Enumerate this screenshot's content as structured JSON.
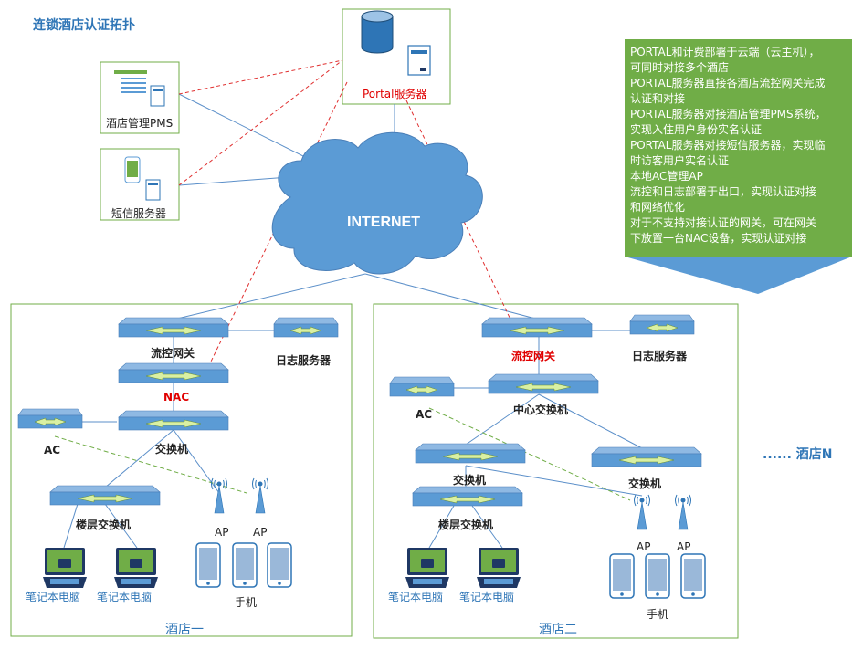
{
  "title": "连锁酒店认证拓扑",
  "portal_server": "Portal服务器",
  "pms": "酒店管理PMS",
  "sms": "短信服务器",
  "internet": "INTERNET",
  "notes": [
    "PORTAL和计费部署于云端（云主机），",
    "可同时对接多个酒店",
    "PORTAL服务器直接各酒店流控网关完成",
    "认证和对接",
    "PORTAL服务器对接酒店管理PMS系统，",
    "实现入住用户身份实名认证",
    "PORTAL服务器对接短信服务器，实现临",
    "时访客用户实名认证",
    "本地AC管理AP",
    "流控和日志部署于出口，实现认证对接",
    "和网络优化",
    "对于不支持对接认证的网关，可在网关",
    "下放置一台NAC设备，实现认证对接"
  ],
  "hotel1": {
    "name": "酒店一",
    "gateway": "流控网关",
    "log_server": "日志服务器",
    "nac": "NAC",
    "ac": "AC",
    "switch": "交换机",
    "floor_switch": "楼层交换机",
    "ap1": "AP",
    "ap2": "AP",
    "laptop1": "笔记本电脑",
    "laptop2": "笔记本电脑",
    "phone": "手机"
  },
  "hotel2": {
    "name": "酒店二",
    "gateway": "流控网关",
    "log_server": "日志服务器",
    "core_switch": "中心交换机",
    "ac": "AC",
    "switch1": "交换机",
    "switch2": "交换机",
    "floor_switch": "楼层交换机",
    "ap1": "AP",
    "ap2": "AP",
    "laptop1": "笔记本电脑",
    "laptop2": "笔记本电脑",
    "phone": "手机"
  },
  "hotel_n": "...... 酒店N",
  "colors": {
    "accent": "#2e75b6",
    "green": "#70ad47",
    "red": "#e00000",
    "device": "#5b9bd5"
  }
}
